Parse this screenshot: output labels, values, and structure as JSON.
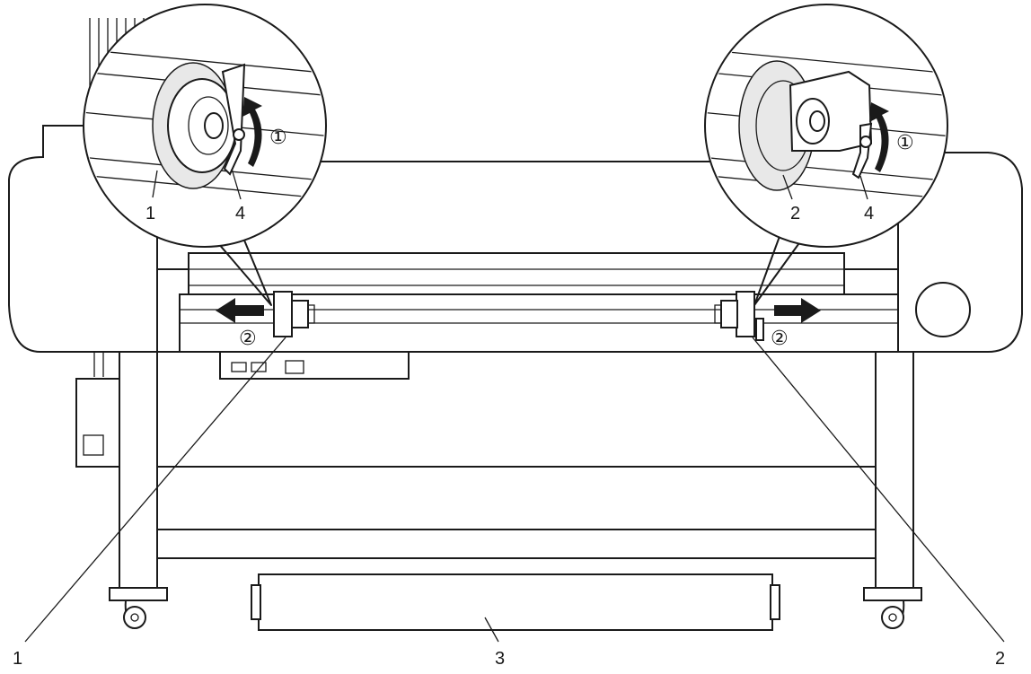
{
  "callouts": {
    "left_holder": "1",
    "right_holder": "2",
    "roll_core": "3",
    "lever_left": "4",
    "lever_right": "4"
  },
  "steps": {
    "rotate_left": "①",
    "rotate_right": "①",
    "slide_left": "②",
    "slide_right": "②"
  }
}
